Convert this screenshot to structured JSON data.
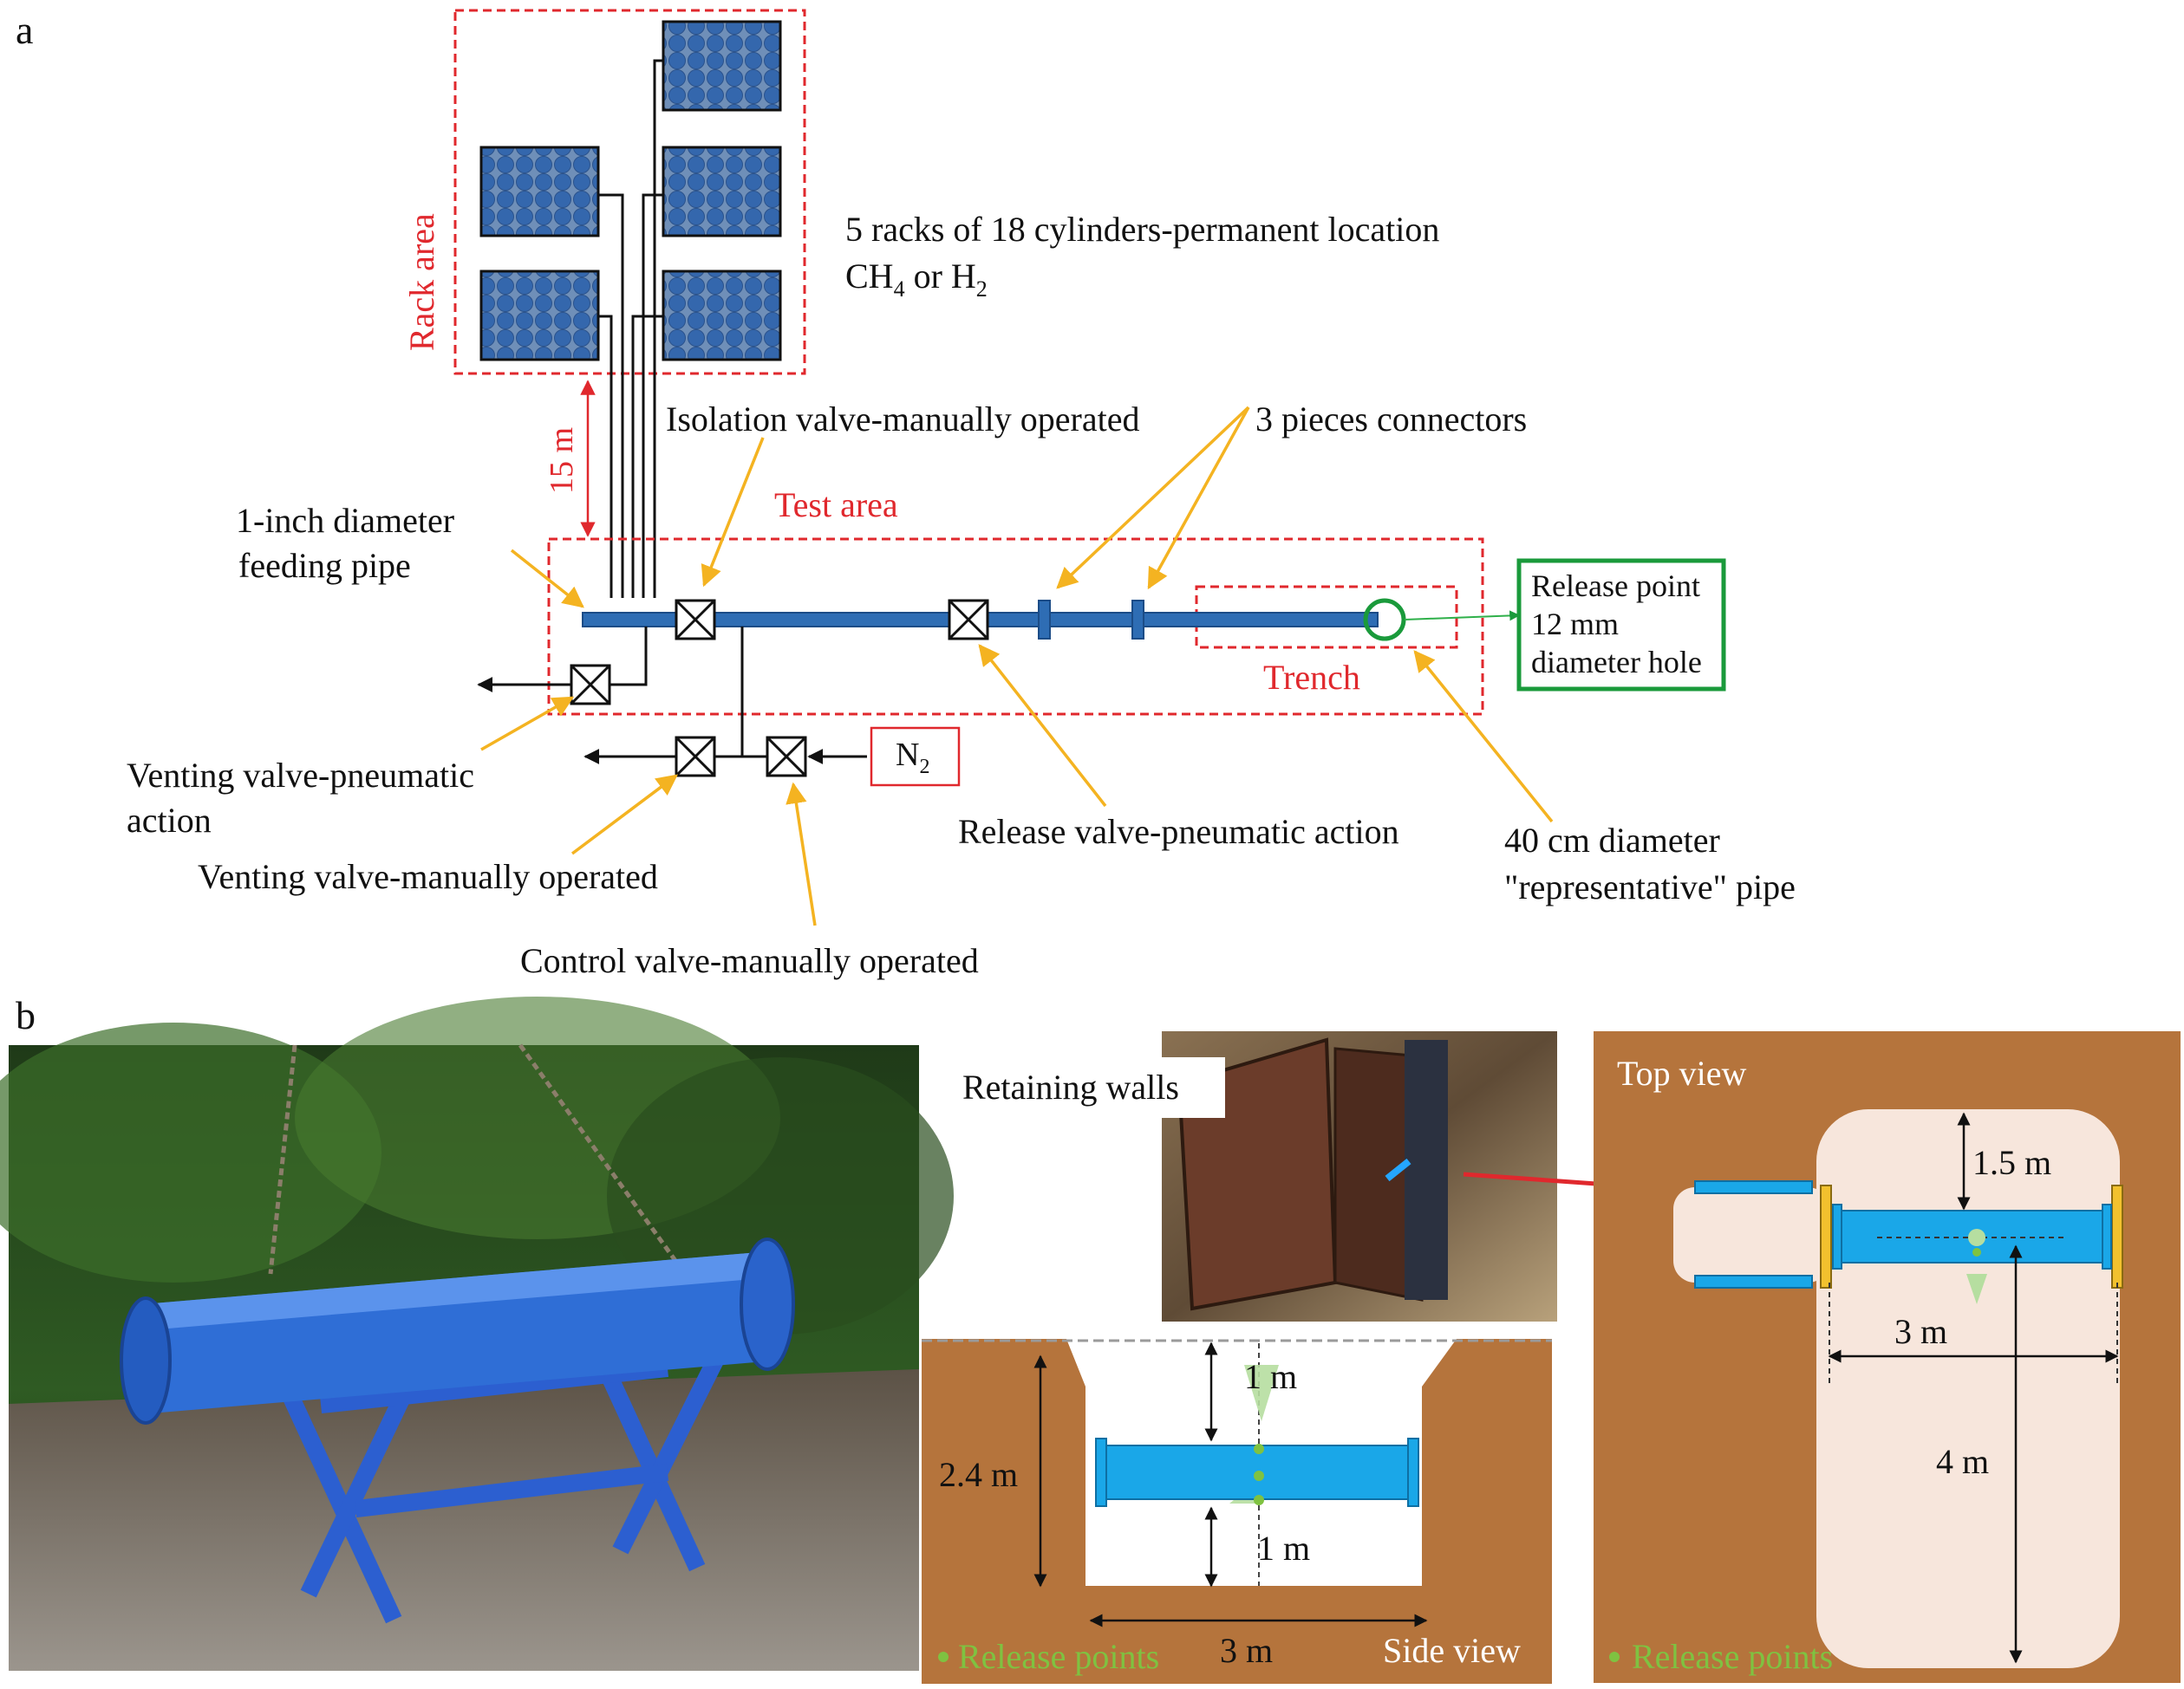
{
  "panel_a": {
    "label": "a",
    "rack_area": "Rack area",
    "racks_note_line1": "5 racks of 18 cylinders-permanent location",
    "racks_note_line2_ch": "CH",
    "racks_note_line2_sub4": "4",
    "racks_note_line2_or": " or H",
    "racks_note_line2_sub2": "2",
    "distance_15m": "15 m",
    "isolation_valve": "Isolation valve-manually operated",
    "connectors": "3 pieces connectors",
    "test_area": "Test area",
    "feeding_pipe_line1": "1-inch diameter",
    "feeding_pipe_line2": "feeding pipe",
    "release_point_line1": "Release point",
    "release_point_line2": "12 mm",
    "release_point_line3": "diameter hole",
    "trench": "Trench",
    "n2_main": "N",
    "n2_sub": "2",
    "venting_pneumatic_line1": "Venting valve-pneumatic",
    "venting_pneumatic_line2": "action",
    "venting_manual": "Venting valve-manually operated",
    "release_valve": "Release valve-pneumatic action",
    "rep_pipe_line1": "40 cm diameter",
    "rep_pipe_line2": "\"representative\" pipe",
    "control_valve": "Control valve-manually operated"
  },
  "panel_b": {
    "label": "b",
    "retaining_walls": "Retaining walls",
    "top_view": "Top view",
    "side_view": "Side view",
    "dim_1_5m": "1.5 m",
    "dim_3m_top": "3 m",
    "dim_4m": "4 m",
    "dim_1m_upper": "1 m",
    "dim_1m_lower": "1 m",
    "dim_2_4m": "2.4 m",
    "dim_3m_side": "3 m",
    "release_points_side": "Release points",
    "release_points_top": "Release points"
  },
  "colors": {
    "red_dashed": "#e0282d",
    "orange_arrow": "#f4b321",
    "green_box": "#1a9a3b",
    "pipe_blue": "#2e6db4",
    "bright_blue": "#1aa7e8",
    "soil": "#b5743c",
    "cream": "#f7e6dc",
    "release_green": "#7fc241"
  }
}
